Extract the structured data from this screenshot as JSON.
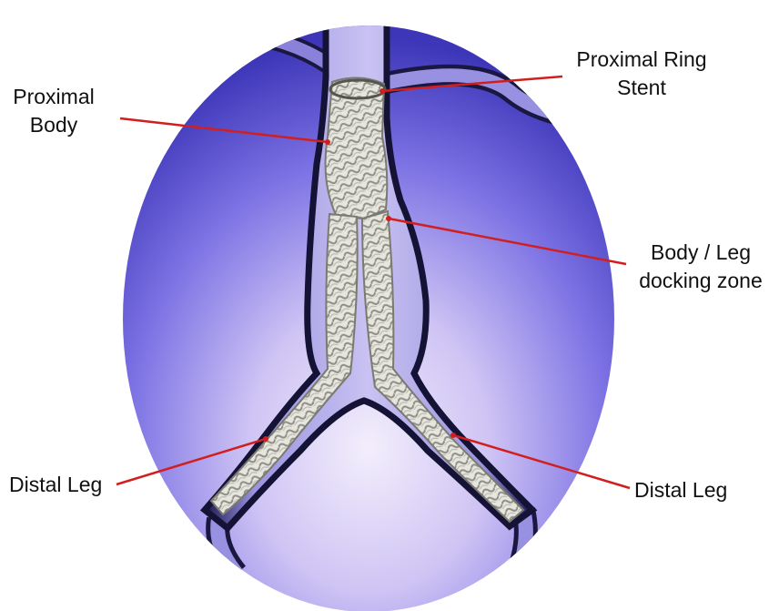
{
  "labels": {
    "proximal_body": [
      "Proximal",
      "Body"
    ],
    "proximal_ring_stent": [
      "Proximal Ring",
      "Stent"
    ],
    "body_leg_docking_zone": [
      "Body / Leg",
      "docking zone"
    ],
    "distal_leg_left": "Distal Leg",
    "distal_leg_right": "Distal Leg"
  },
  "colors": {
    "background_outer": "#5a55d8",
    "background_inner": "#ece6fb",
    "vessel_outline": "#1a1740",
    "stent_fabric": "#e4e4dc",
    "leader_line": "#d11f1f",
    "text": "#111111"
  }
}
